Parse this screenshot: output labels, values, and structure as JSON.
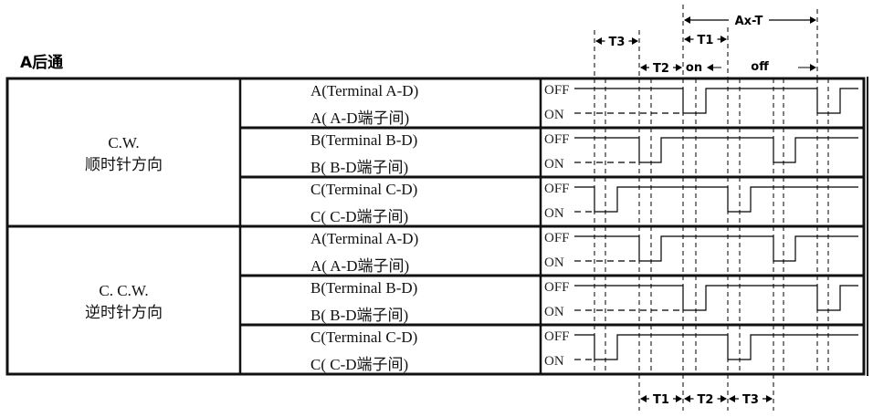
{
  "title": "A后通",
  "directions": [
    {
      "en": "C.W.",
      "zh": "顺时针方向"
    },
    {
      "en": "C. C.W.",
      "zh": "逆时针方向"
    }
  ],
  "rows": [
    {
      "line1": "A(Terminal A-D)",
      "line2": "A( A-D端子间)",
      "pulses": [
        [
          748,
          773
        ],
        [
          895,
          920
        ]
      ]
    },
    {
      "line1": "B(Terminal B-D)",
      "line2": "B( B-D端子间)",
      "pulses": [
        [
          700,
          724
        ],
        [
          847,
          871
        ]
      ]
    },
    {
      "line1": "C(Terminal C-D)",
      "line2": "C( C-D端子间)",
      "pulses": [
        [
          651,
          676
        ],
        [
          797,
          822
        ]
      ]
    },
    {
      "line1": "A(Terminal A-D)",
      "line2": "A( A-D端子间)",
      "pulses": [
        [
          700,
          724
        ],
        [
          847,
          871
        ]
      ]
    },
    {
      "line1": "B(Terminal B-D)",
      "line2": "B( B-D端子间)",
      "pulses": [
        [
          748,
          773
        ],
        [
          895,
          920
        ]
      ]
    },
    {
      "line1": "C(Terminal C-D)",
      "line2": "C( C-D端子间)",
      "pulses": [
        [
          651,
          676
        ],
        [
          797,
          822
        ]
      ]
    }
  ],
  "levels": {
    "off": "OFF",
    "on": "ON"
  },
  "annotations": {
    "ax_t": "Ax-T",
    "t1": "T1",
    "t2": "T2",
    "t3": "T3",
    "on": "on",
    "off": "off",
    "bottom": [
      "T1",
      "T2",
      "T3"
    ]
  }
}
